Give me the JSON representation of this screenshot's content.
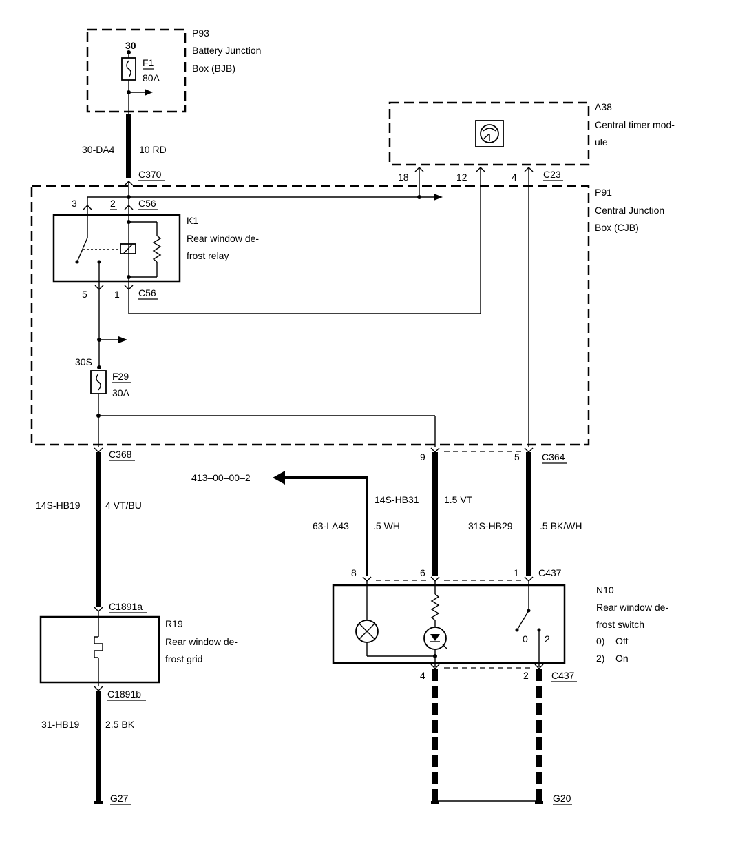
{
  "modules": {
    "p93": {
      "id": "P93",
      "name_line1": "Battery Junction",
      "name_line2": "Box (BJB)",
      "terminal": "30",
      "fuse_id": "F1",
      "fuse_rating": "80A"
    },
    "a38": {
      "id": "A38",
      "name_line1": "Central timer mod-",
      "name_line2": "ule",
      "connector": "C23",
      "pins": [
        "18",
        "12",
        "4"
      ]
    },
    "p91": {
      "id": "P91",
      "name_line1": "Central Junction",
      "name_line2": "Box (CJB)",
      "fuse_terminal": "30S",
      "fuse_id": "F29",
      "fuse_rating": "30A"
    },
    "k1": {
      "id": "K1",
      "name_line1": "Rear window de-",
      "name_line2": "frost relay",
      "connector_top": "C56",
      "connector_bottom": "C56",
      "pins_top": [
        "3",
        "2"
      ],
      "pins_bottom": [
        "5",
        "1"
      ]
    },
    "r19": {
      "id": "R19",
      "name_line1": "Rear window de-",
      "name_line2": "frost grid",
      "connector_top": "C1891a",
      "connector_bottom": "C1891b"
    },
    "n10": {
      "id": "N10",
      "name_line1": "Rear window de-",
      "name_line2": "frost switch",
      "pos_off": "0)    Off",
      "pos_on": "2)    On",
      "switch_pos_0": "0",
      "switch_pos_2": "2",
      "connector_top": "C437",
      "connector_bottom": "C437",
      "pins_top": [
        "8",
        "6",
        "1"
      ],
      "pins_bottom": [
        "4",
        "2"
      ]
    }
  },
  "connectors": {
    "c370": "C370",
    "c368": "C368",
    "c364": "C364",
    "c364_pins": [
      "9",
      "5"
    ]
  },
  "wires": {
    "w_30da4": {
      "circuit": "30-DA4",
      "spec": "10 RD"
    },
    "w_14shb19": {
      "circuit": "14S-HB19",
      "spec": "4 VT/BU"
    },
    "w_14shb31": {
      "circuit": "14S-HB31",
      "spec": "1.5 VT"
    },
    "w_63la43": {
      "circuit": "63-LA43",
      "spec": ".5 WH"
    },
    "w_31shb29": {
      "circuit": "31S-HB29",
      "spec": ".5 BK/WH"
    },
    "w_31hb19": {
      "circuit": "31-HB19",
      "spec": "2.5 BK"
    }
  },
  "references": {
    "page_ref": "413–00–00–2"
  },
  "grounds": {
    "g27": "G27",
    "g20": "G20"
  }
}
